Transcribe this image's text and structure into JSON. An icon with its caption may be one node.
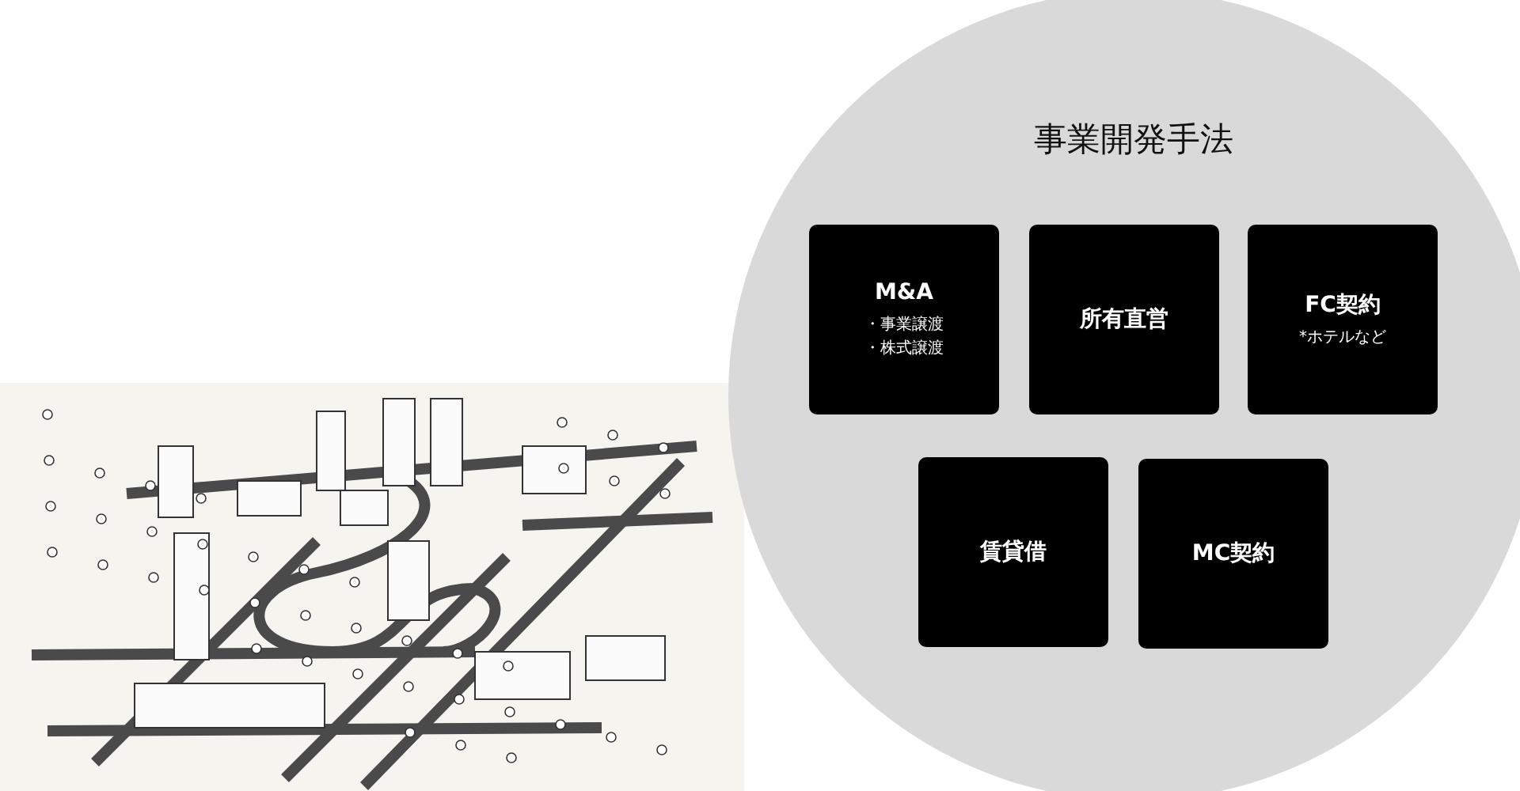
{
  "diagram": {
    "nodes": [
      {
        "text": [
          "事業開発手法"
        ]
      },
      {
        "text": [
          "M&A",
          "・事業譲渡",
          "・株式譲渡"
        ],
        "in": 0
      },
      {
        "text": [
          "所有直営"
        ],
        "in": 0
      },
      {
        "text": [
          "FC契約",
          "*ホテルなど"
        ],
        "in": 0
      },
      {
        "text": [
          "賃貸借"
        ],
        "in": 0
      },
      {
        "text": [
          "MC契約"
        ],
        "in": 0
      }
    ]
  }
}
